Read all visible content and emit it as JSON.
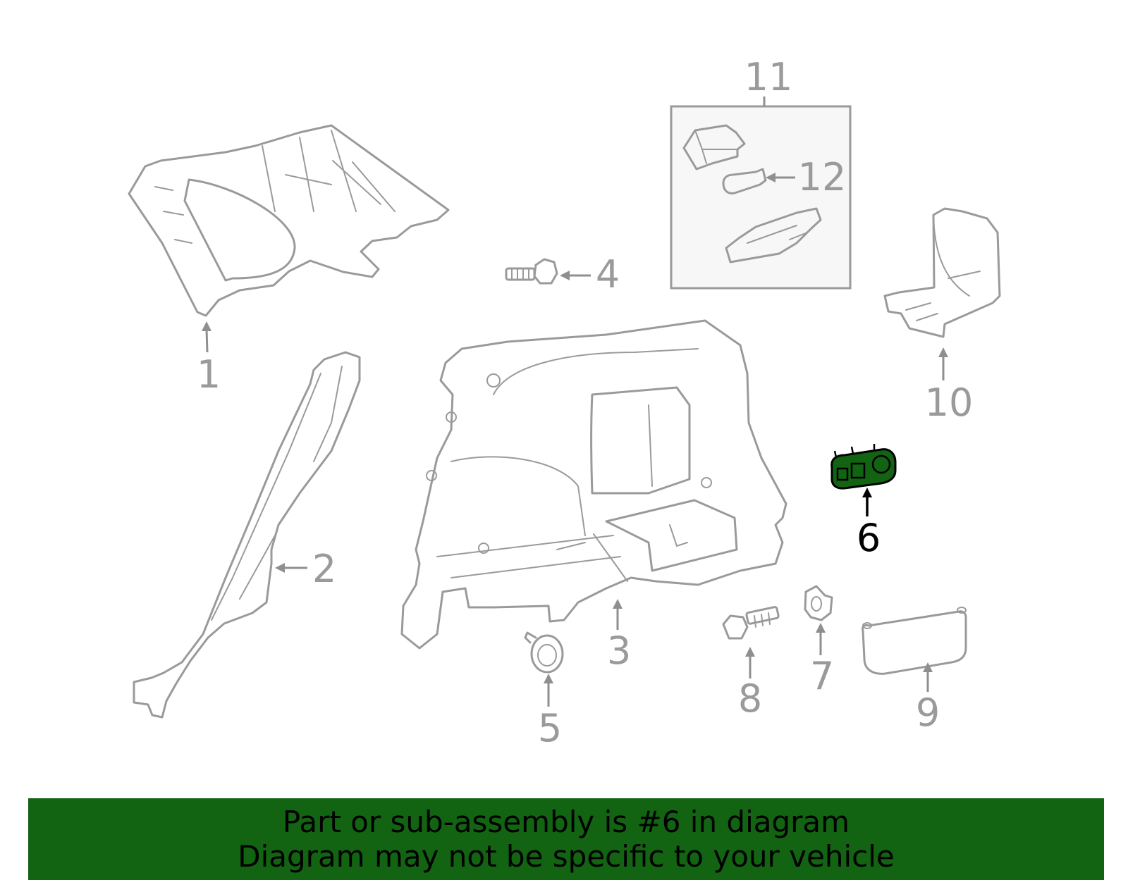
{
  "callouts": {
    "c1": "1",
    "c2": "2",
    "c3": "3",
    "c4": "4",
    "c5": "5",
    "c6": "6",
    "c7": "7",
    "c8": "8",
    "c9": "9",
    "c10": "10",
    "c11": "11",
    "c12": "12"
  },
  "highlighted_part": "6",
  "colors": {
    "highlight": "#126312",
    "line": "#9a9a9a",
    "banner": "#126312"
  },
  "banner": {
    "line1": "Part or sub-assembly is #6 in diagram",
    "line2": "Diagram may not be specific to your vehicle"
  }
}
